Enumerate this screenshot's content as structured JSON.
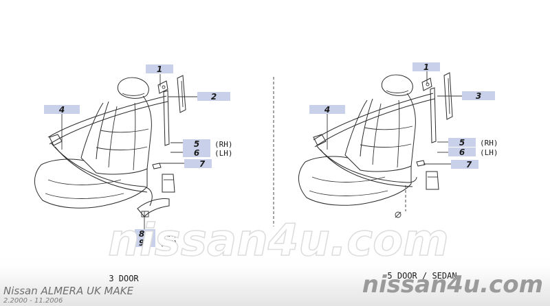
{
  "diagram": {
    "left": {
      "caption": "3 DOOR",
      "callouts": [
        "1",
        "2",
        "4",
        "5",
        "6",
        "7",
        "8",
        "9"
      ],
      "side_5": "(RH)",
      "side_6": "(LH)",
      "side_8": "(RH)",
      "side_9": "(LH)"
    },
    "right": {
      "caption": "5 DOOR / SEDAN",
      "callouts": [
        "1",
        "3",
        "4",
        "5",
        "6",
        "7"
      ],
      "side_5": "(RH)",
      "side_6": "(LH)"
    }
  },
  "watermark": "nissan4u.com",
  "footer": {
    "title": "Nissan ALMERA UK MAKE",
    "date_range": "2.2000 - 11.2006",
    "logo": "nissan4u.com"
  }
}
